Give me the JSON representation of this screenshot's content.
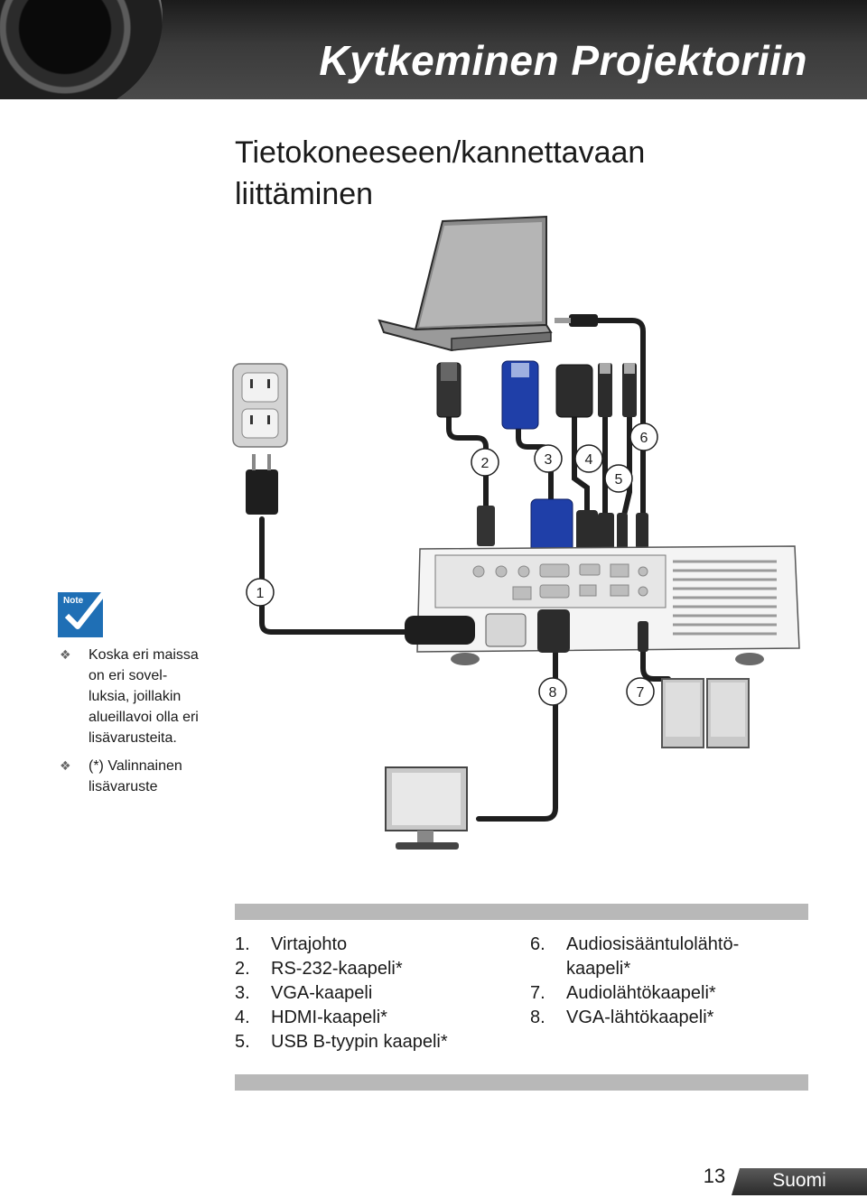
{
  "header": {
    "title": "Kytkeminen Projektoriin"
  },
  "section": {
    "title": "Tietokoneeseen/kannettavaan liittäminen"
  },
  "diagram": {
    "callouts": [
      "1",
      "2",
      "3",
      "4",
      "5",
      "6",
      "7",
      "8"
    ]
  },
  "note": {
    "icon_label": "Note",
    "items": [
      "Koska eri maissa\non eri sovel-\nluksia, joillakin\nalueillavoi olla eri\nlisävarusteita.",
      "(*) Valinnainen\n    lisävaruste"
    ]
  },
  "legend": {
    "left": [
      {
        "num": "1.",
        "label": "Virtajohto"
      },
      {
        "num": "2.",
        "label": "RS-232-kaapeli*"
      },
      {
        "num": "3.",
        "label": "VGA-kaapeli"
      },
      {
        "num": "4.",
        "label": "HDMI-kaapeli*"
      },
      {
        "num": "5.",
        "label": "USB B-tyypin kaapeli*"
      }
    ],
    "right": [
      {
        "num": "6.",
        "label": "Audiosisääntulolähtö-"
      },
      {
        "num": "",
        "label": "kaapeli*"
      },
      {
        "num": "7.",
        "label": "Audiolähtökaapeli*"
      },
      {
        "num": "8.",
        "label": "VGA-lähtökaapeli*"
      }
    ]
  },
  "footer": {
    "page": "13",
    "language": "Suomi"
  },
  "colors": {
    "header_bg": "#3a3a3a",
    "vga_blue": "#1f3fa8",
    "note_blue": "#1f6fb5"
  }
}
